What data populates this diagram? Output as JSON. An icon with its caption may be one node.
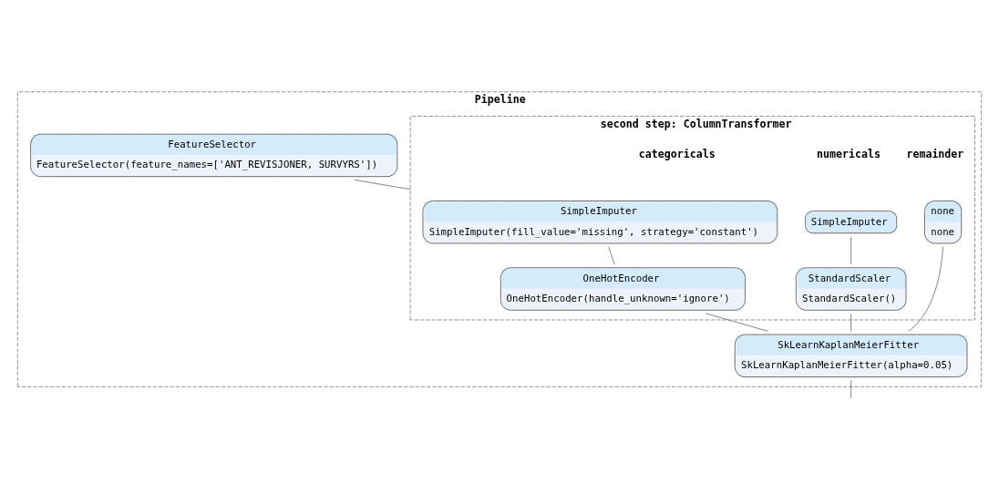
{
  "diagram": {
    "nodes": [
      {
        "text": [
          "Pipeline"
        ]
      },
      {
        "text": [
          "FeatureSelector",
          "FeatureSelector(feature_names=['ANT_REVISJONER, SURVYRS'])"
        ],
        "in": 0
      },
      {
        "text": [
          "second step: ColumnTransformer"
        ],
        "in": 0
      },
      {
        "text": [
          "SimpleImputer",
          "SimpleImputer(fill_value='missing', strategy='constant')"
        ],
        "in": 2
      },
      {
        "text": [
          "OneHotEncoder",
          "OneHotEncoder(handle_unknown='ignore')"
        ],
        "in": 2
      },
      {
        "text": [
          "SimpleImputer"
        ],
        "in": 2
      },
      {
        "text": [
          "StandardScaler",
          "StandardScaler()"
        ],
        "in": 2
      },
      {
        "text": [
          "none",
          "none"
        ],
        "in": 2
      },
      {
        "text": [
          "SkLearnKaplanMeierFitter",
          "SkLearnKaplanMeierFitter(alpha=0.05)"
        ],
        "in": 0
      }
    ],
    "edges": [
      {
        "from": 1,
        "to": 2,
        "arrow": "none"
      },
      {
        "from": 3,
        "to": 4,
        "arrow": "none"
      },
      {
        "from": 5,
        "to": 6,
        "arrow": "none"
      },
      {
        "from": 4,
        "to": 8,
        "arrow": "none"
      },
      {
        "from": 6,
        "to": 8,
        "arrow": "none"
      },
      {
        "from": 7,
        "to": 8,
        "arrow": "none"
      },
      {
        "from": 8,
        "to": null,
        "arrow": "none"
      }
    ],
    "labels": [
      "categoricals",
      "numericals",
      "remainder"
    ]
  }
}
